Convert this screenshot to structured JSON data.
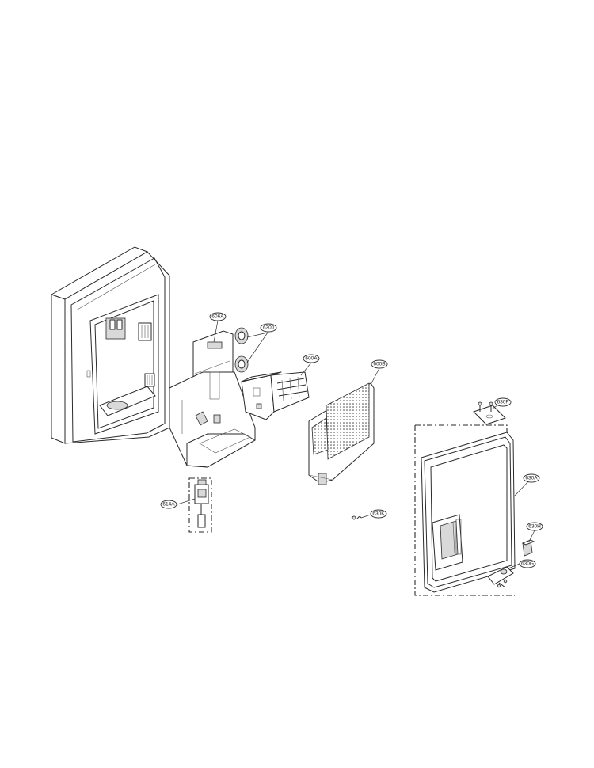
{
  "callouts": {
    "c606A": "606A",
    "c630J": "630J",
    "c600A": "600A",
    "c600B": "600B",
    "c630F": "630F",
    "c630A": "630A",
    "c614A": "614A",
    "c630K": "630K",
    "c630H": "630H",
    "c630G": "630G"
  }
}
